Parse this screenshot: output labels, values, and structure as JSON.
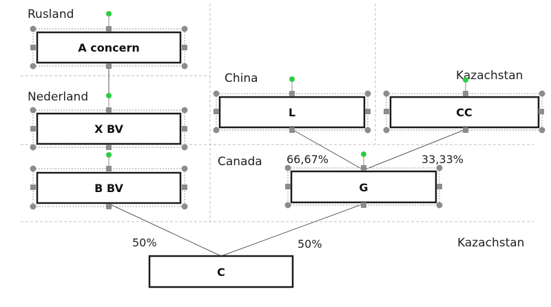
{
  "regions": [
    {
      "id": "rusland",
      "label": "Rusland"
    },
    {
      "id": "nederland",
      "label": "Nederland"
    },
    {
      "id": "china",
      "label": "China"
    },
    {
      "id": "kazachstan-top",
      "label": "Kazachstan"
    },
    {
      "id": "canada",
      "label": "Canada"
    },
    {
      "id": "kazachstan-bottom",
      "label": "Kazachstan"
    }
  ],
  "entities": [
    {
      "id": "a-concern",
      "label": "A concern"
    },
    {
      "id": "x-bv",
      "label": "X BV"
    },
    {
      "id": "b-bv",
      "label": "B BV"
    },
    {
      "id": "l",
      "label": "L"
    },
    {
      "id": "cc",
      "label": "CC"
    },
    {
      "id": "g",
      "label": "G"
    },
    {
      "id": "c",
      "label": "C"
    }
  ],
  "ownership": [
    {
      "id": "b-to-c",
      "label": "50%"
    },
    {
      "id": "g-to-c",
      "label": "50%"
    },
    {
      "id": "l-to-g",
      "label": "66,67%"
    },
    {
      "id": "cc-to-g",
      "label": "33,33%"
    }
  ],
  "colors": {
    "handle": "#8c8c8c",
    "rotation_handle": "#2ecc40",
    "box_border": "#1a1a1a",
    "divider": "#bdbdbd"
  }
}
